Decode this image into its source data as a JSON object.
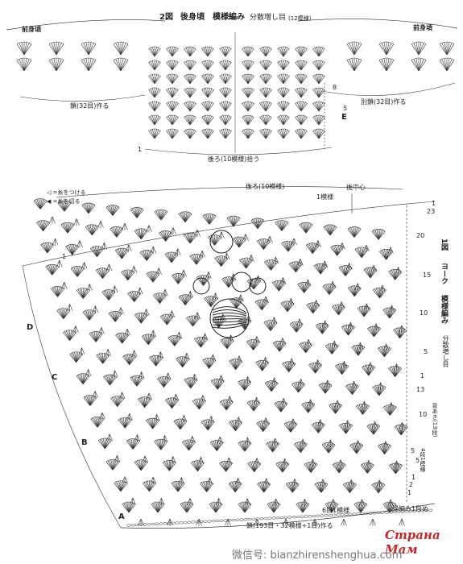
{
  "top_chart": {
    "title_num": "2図",
    "title_part": "後身頃",
    "title_pattern": "模様編み",
    "title_increase": "分散増し目",
    "title_note": "(12模様)",
    "left_front": "前身頃",
    "right_front": "前身頃",
    "left_chain": "鎖(32目)作る",
    "right_chain": "別鎖(32目)作る",
    "back_pickup": "後ろ(10模様)拾う",
    "row_marks": [
      "8",
      "5",
      "1"
    ],
    "section": "E"
  },
  "legend": {
    "attach": "◁ =糸をつける",
    "cut": "◀ =糸を切る"
  },
  "yoke_chart": {
    "top_label": "後ろ(10模様)",
    "one_pattern": "1模様",
    "center_back": "後中心",
    "row_numbers": [
      "1",
      "23",
      "20",
      "15",
      "10",
      "5",
      "1",
      "13",
      "10",
      "5",
      "1",
      "5",
      "2",
      "1"
    ],
    "sections": [
      "D",
      "C",
      "B",
      "A"
    ],
    "left_row_mark": "1",
    "vertical_title_num": "1図",
    "vertical_title": "ヨーク",
    "vertical_pattern": "模様編み",
    "vertical_increase": "分散増し目",
    "armhole_note": "背あき(13段)",
    "four_rows": "4段1模様",
    "six_rows": "6目1模様",
    "border": "縁編み1段め",
    "foundation": "鎖(193目・32模様+1目)作る"
  },
  "watermark": {
    "site": "Страна Мам",
    "wechat": "微信号: bianzhirenshenghua.com"
  }
}
